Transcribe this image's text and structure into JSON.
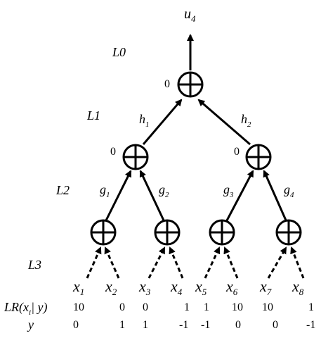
{
  "output_label": {
    "main": "u",
    "sub": "4"
  },
  "levels": [
    "L0",
    "L1",
    "L2",
    "L3"
  ],
  "node_values": {
    "root": "0",
    "left": "0",
    "right": "0"
  },
  "edge_labels": {
    "h1": {
      "main": "h",
      "sub": "1"
    },
    "h2": {
      "main": "h",
      "sub": "2"
    },
    "g1": {
      "main": "g",
      "sub": "1"
    },
    "g2": {
      "main": "g",
      "sub": "2"
    },
    "g3": {
      "main": "g",
      "sub": "3"
    },
    "g4": {
      "main": "g",
      "sub": "4"
    }
  },
  "inputs": [
    {
      "main": "x",
      "sub": "1"
    },
    {
      "main": "x",
      "sub": "2"
    },
    {
      "main": "x",
      "sub": "3"
    },
    {
      "main": "x",
      "sub": "4"
    },
    {
      "main": "x",
      "sub": "5"
    },
    {
      "main": "x",
      "sub": "6"
    },
    {
      "main": "x",
      "sub": "7"
    },
    {
      "main": "x",
      "sub": "8"
    }
  ],
  "lr_row": {
    "label": "LR(x",
    "label_sub": "i",
    "label_tail": "| y)",
    "values": [
      "10",
      "0",
      "0",
      "1",
      "1",
      "10",
      "10",
      "1"
    ]
  },
  "y_row": {
    "label": "y",
    "values": [
      "0",
      "1",
      "1",
      "-1",
      "-1",
      "0",
      "0",
      "-1"
    ]
  }
}
